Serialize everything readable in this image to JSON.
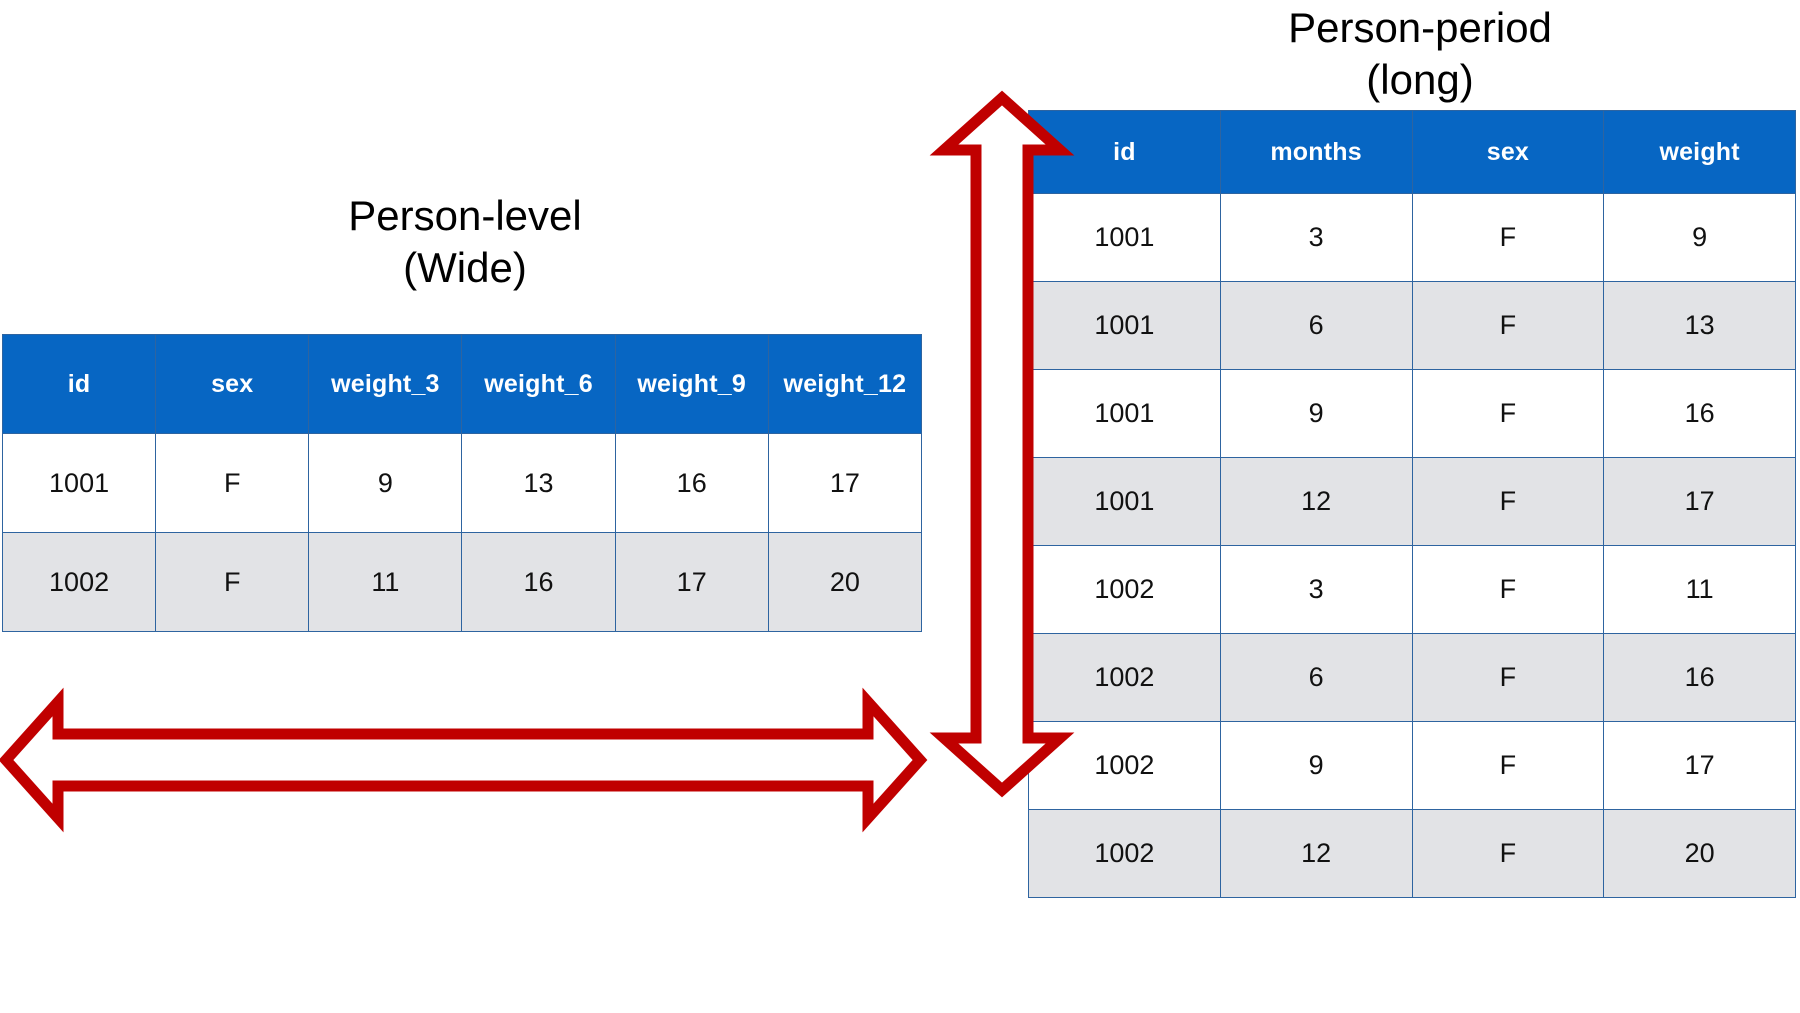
{
  "diagram": {
    "kind": "wide-vs-long-data-layout",
    "accent_color": "#C00000",
    "header_color": "#0766C3",
    "alt_row_color": "#E2E3E6",
    "border_color": "#2E64A0"
  },
  "wide": {
    "title": "Person-level\n(Wide)",
    "columns": [
      "id",
      "sex",
      "weight_3",
      "weight_6",
      "weight_9",
      "weight_12"
    ],
    "rows": [
      [
        "1001",
        "F",
        "9",
        "13",
        "16",
        "17"
      ],
      [
        "1002",
        "F",
        "11",
        "16",
        "17",
        "20"
      ]
    ]
  },
  "long": {
    "title": "Person-period\n(long)",
    "columns": [
      "id",
      "months",
      "sex",
      "weight"
    ],
    "rows": [
      [
        "1001",
        "3",
        "F",
        "9"
      ],
      [
        "1001",
        "6",
        "F",
        "13"
      ],
      [
        "1001",
        "9",
        "F",
        "16"
      ],
      [
        "1001",
        "12",
        "F",
        "17"
      ],
      [
        "1002",
        "3",
        "F",
        "11"
      ],
      [
        "1002",
        "6",
        "F",
        "16"
      ],
      [
        "1002",
        "9",
        "F",
        "17"
      ],
      [
        "1002",
        "12",
        "F",
        "20"
      ]
    ]
  },
  "annotations": {
    "horizontal_arrow": "double-headed-horizontal-arrow",
    "vertical_arrow": "double-headed-vertical-arrow"
  }
}
